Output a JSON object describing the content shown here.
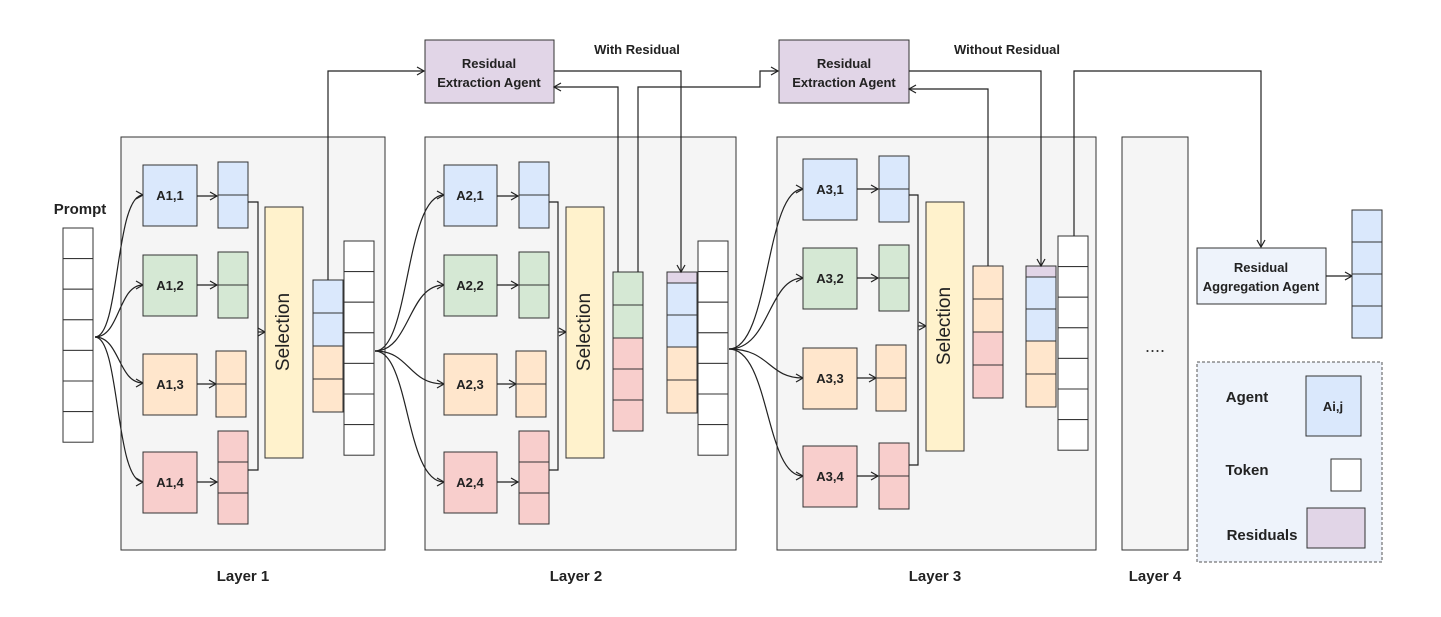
{
  "prompt_label": "Prompt",
  "layers": [
    {
      "label": "Layer 1",
      "agents": [
        "A1,1",
        "A1,2",
        "A1,3",
        "A1,4"
      ],
      "selection_label": "Selection"
    },
    {
      "label": "Layer 2",
      "agents": [
        "A2,1",
        "A2,2",
        "A2,3",
        "A2,4"
      ],
      "selection_label": "Selection"
    },
    {
      "label": "Layer 3",
      "agents": [
        "A3,1",
        "A3,2",
        "A3,3",
        "A3,4"
      ],
      "selection_label": "Selection"
    },
    {
      "label": "Layer 4",
      "ellipsis": "...."
    }
  ],
  "extraction_agents": [
    {
      "line1": "Residual",
      "line2": "Extraction Agent",
      "note": "With Residual"
    },
    {
      "line1": "Residual",
      "line2": "Extraction Agent",
      "note": "Without Residual"
    }
  ],
  "aggregation_agent": {
    "line1": "Residual",
    "line2": "Aggregation Agent"
  },
  "legend": {
    "agent_label": "Agent",
    "agent_sample": "Ai,j",
    "token_label": "Token",
    "residuals_label": "Residuals"
  },
  "colors": {
    "blue": "#dae8fc",
    "blue_border": "#6c8ebf",
    "green": "#d5e8d4",
    "green_border": "#82b366",
    "orange": "#ffe6cc",
    "orange_border": "#d79b00",
    "red": "#f8cecc",
    "red_border": "#b85450",
    "purple": "#e1d5e7",
    "purple_border": "#9673a6",
    "yellow": "#fff2cc",
    "yellow_border": "#d6b656",
    "layer_bg": "#f5f5f5"
  }
}
